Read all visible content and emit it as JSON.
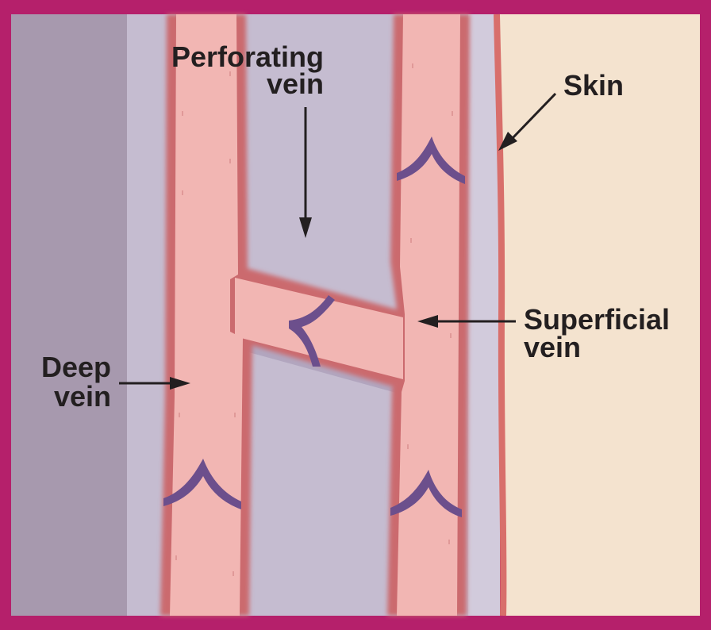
{
  "colors": {
    "frame": "#b5206b",
    "muscle_dark": "#a799ae",
    "muscle_light": "#c5bcd0",
    "fascia": "#d2cbdc",
    "skin_line": "#d86f6b",
    "skin": "#f4e3cf",
    "vein_fill": "#f2b6b3",
    "vein_edge": "#cb6a6e",
    "valve": "#6c4f8c",
    "arrow": "#231f20"
  },
  "labels": {
    "perforating_line1": "Perforating",
    "perforating_line2": "vein",
    "skin": "Skin",
    "superficial_line1": "Superficial",
    "superficial_line2": "vein",
    "deep_line1": "Deep",
    "deep_line2": "vein"
  }
}
